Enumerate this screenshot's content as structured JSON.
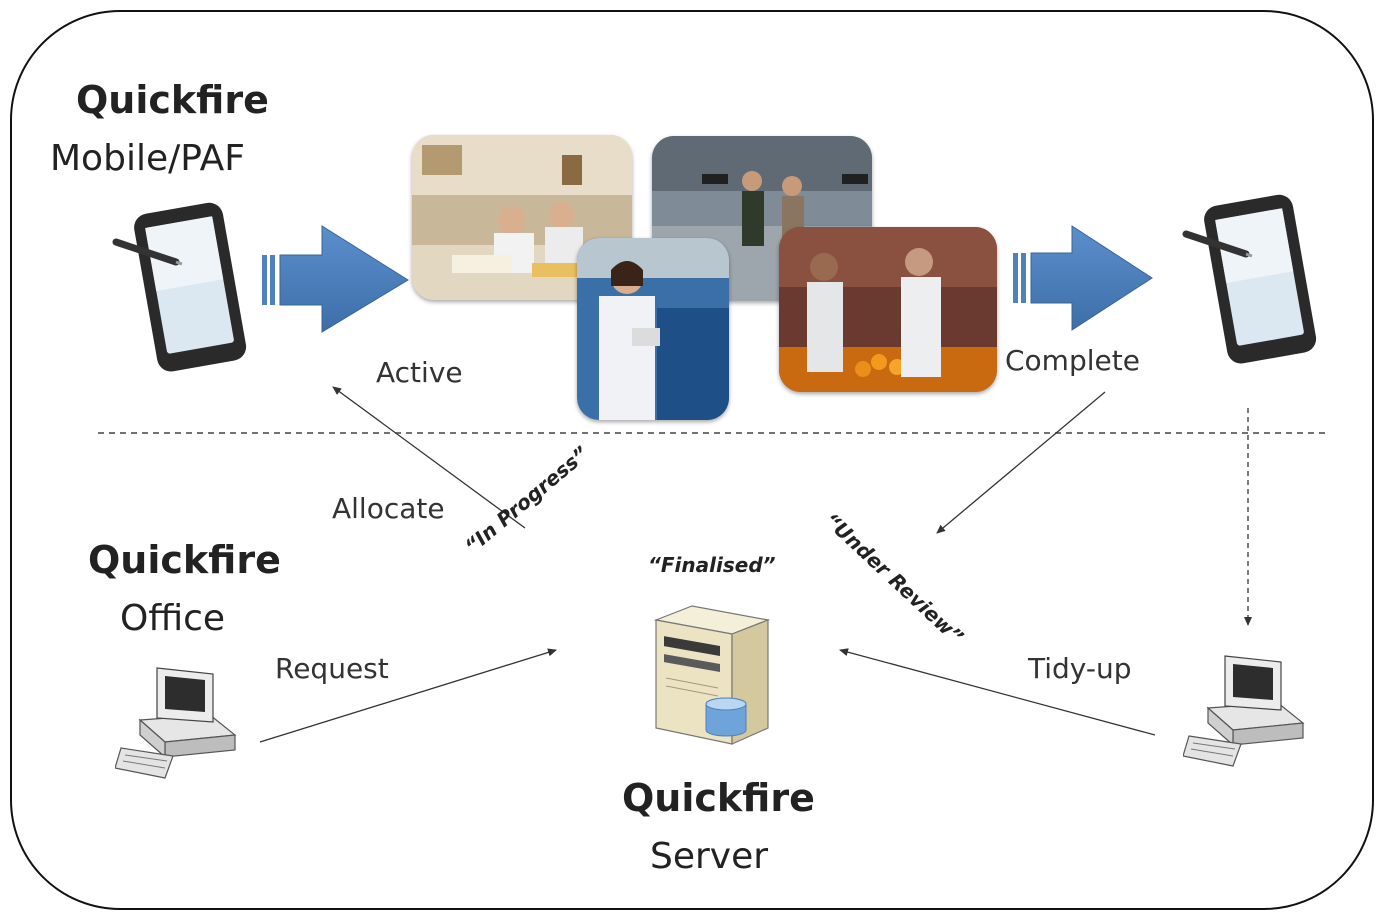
{
  "mobile": {
    "title": "Quickfire",
    "subtitle": "Mobile/PAF"
  },
  "office": {
    "title": "Quickfire",
    "subtitle": "Office"
  },
  "server": {
    "title": "Quickfire",
    "subtitle": "Server"
  },
  "flows": {
    "active": "Active",
    "complete": "Complete",
    "allocate": "Allocate",
    "request": "Request",
    "tidy_up": "Tidy-up"
  },
  "statuses": {
    "in_progress": "“In Progress”",
    "finalised": "“Finalised”",
    "under_review": "“Under Review”"
  },
  "colors": {
    "arrow_blue": "#4f81bd",
    "arrow_blue_dark": "#3a6596",
    "line": "#333333"
  },
  "icons": [
    "tablet-stylus-icon",
    "desktop-computer-icon",
    "server-database-icon"
  ]
}
